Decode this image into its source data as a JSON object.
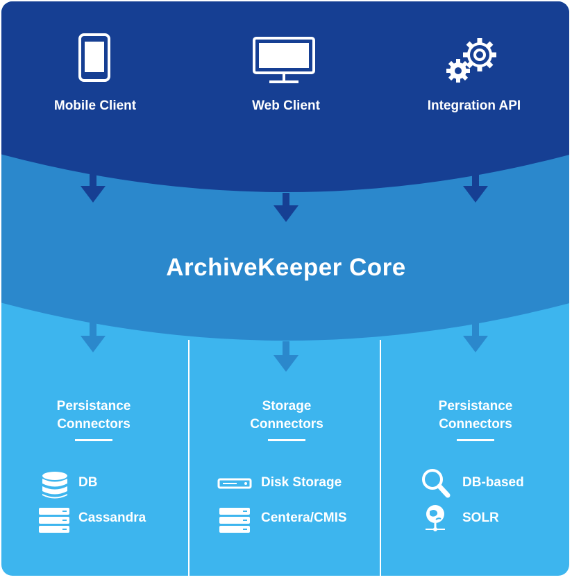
{
  "clients": [
    {
      "label": "Mobile Client",
      "icon": "mobile-phone-icon"
    },
    {
      "label": "Web Client",
      "icon": "monitor-icon"
    },
    {
      "label": "Integration API",
      "icon": "gears-icon"
    }
  ],
  "core": {
    "title": "ArchiveKeeper Core"
  },
  "columns": [
    {
      "title_line1": "Persistance",
      "title_line2": "Connectors",
      "items": [
        {
          "label": "DB",
          "icon": "database-icon"
        },
        {
          "label": "Cassandra",
          "icon": "server-rack-icon"
        }
      ]
    },
    {
      "title_line1": "Storage",
      "title_line2": "Connectors",
      "items": [
        {
          "label": "Disk Storage",
          "icon": "disk-drive-icon"
        },
        {
          "label": "Centera/CMIS",
          "icon": "server-rack-icon"
        }
      ]
    },
    {
      "title_line1": "Persistance",
      "title_line2": "Connectors",
      "items": [
        {
          "label": "DB-based",
          "icon": "magnifier-icon"
        },
        {
          "label": "SOLR",
          "icon": "network-globe-icon"
        }
      ]
    }
  ],
  "colors": {
    "top_band": "#163f93",
    "middle_band": "#2b88cc",
    "bottom_band": "#3db5ee",
    "text": "#ffffff"
  }
}
